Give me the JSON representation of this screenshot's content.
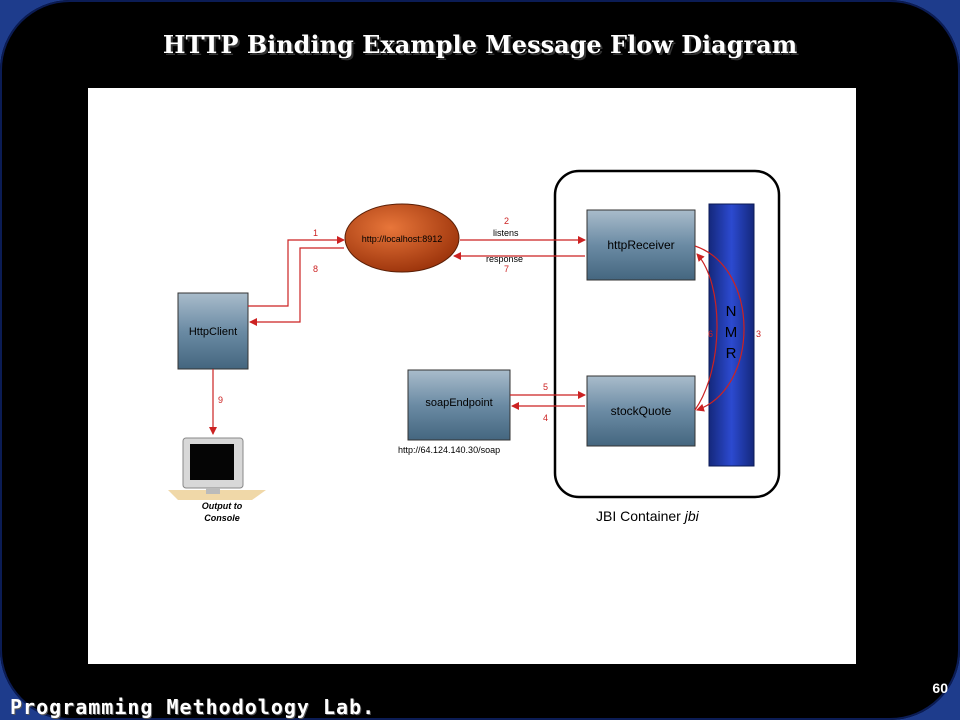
{
  "title": "HTTP Binding Example Message Flow Diagram",
  "page_number": "60",
  "footer": "Programming Methodology Lab.",
  "diagram": {
    "nodes": {
      "http_client": "HttpClient",
      "localhost": "http://localhost:8912",
      "http_receiver": "httpReceiver",
      "stock_quote": "stockQuote",
      "soap_endpoint": "soapEndpoint",
      "soap_url": "http://64.124.140.30/soap",
      "nmr": [
        "N",
        "M",
        "R"
      ],
      "container_label": "JBI Container",
      "container_name": "jbi",
      "console_label_line1": "Output to",
      "console_label_line2": "Console"
    },
    "edges": {
      "e1": "1",
      "e2": "2",
      "e2_text": "listens",
      "e3": "3",
      "e4": "4",
      "e5": "5",
      "e6": "6",
      "e7": "7",
      "e7_text": "response",
      "e8": "8",
      "e9": "9"
    }
  },
  "colors": {
    "arrow": "#cc2222",
    "box_fill": "#6f8fa8",
    "nmr_fill": "#1e3aa8",
    "ellipse_fill": "#c24a12"
  }
}
